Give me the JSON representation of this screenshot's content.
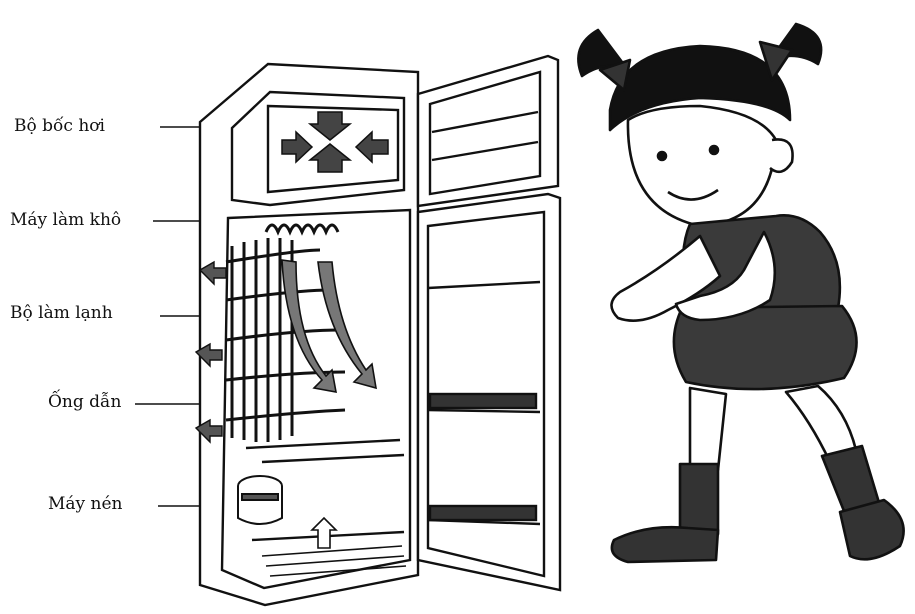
{
  "labels": {
    "evaporator": "Bộ bốc hơi",
    "dryer": "Máy làm khô",
    "condenser": "Bộ làm lạnh",
    "pipe": "Ống dẫn",
    "compressor": "Máy nén"
  },
  "colors": {
    "ink": "#111111",
    "background": "#ffffff",
    "skirt": "#3a3a3a",
    "hair": "#111111"
  }
}
